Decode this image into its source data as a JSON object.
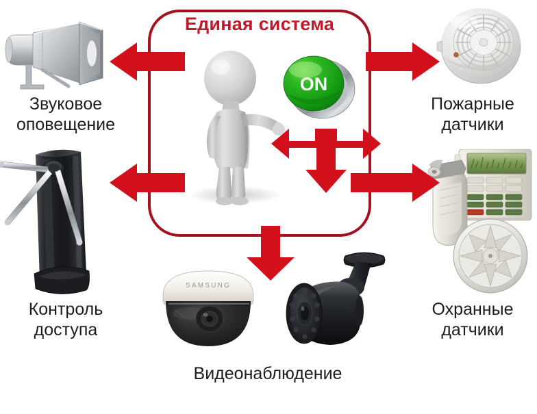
{
  "diagram": {
    "type": "hub-and-spoke",
    "center": {
      "frame_title": "Единая система",
      "frame_border_color": "#A4121F",
      "title_color": "#C2182B",
      "actor_icon": "gray-mannequin-figure",
      "button_label": "ON",
      "button_color": "#17A01B",
      "button_ring_color": "#C9CDD0"
    },
    "arrow_color": "#D2101B",
    "background_color": "#FFFFFF",
    "nodes": [
      {
        "id": "audio",
        "label": "Звуковое\nоповещение",
        "label_line1": "Звуковое",
        "label_line2": "оповещение",
        "icon": "horn-loudspeaker-icon",
        "position": "top-left",
        "arrow": "arrow-left-top"
      },
      {
        "id": "fire",
        "label": "Пожарные\nдатчики",
        "label_line1": "Пожарные",
        "label_line2": "датчики",
        "icon": "smoke-detector-icon",
        "position": "top-right",
        "arrow": "arrow-right-top"
      },
      {
        "id": "access",
        "label": "Контроль\nдоступа",
        "label_line1": "Контроль",
        "label_line2": "доступа",
        "icon": "turnstile-icon",
        "position": "bottom-left",
        "arrow": "arrow-left-bottom"
      },
      {
        "id": "guard",
        "label": "Охранные\nдатчики",
        "label_line1": "Охранные",
        "label_line2": "датчики",
        "icon": "alarm-keypad-pir-siren-icon",
        "position": "bottom-right",
        "arrow": "arrow-right-bottom"
      },
      {
        "id": "video",
        "label": "Видеонаблюдение",
        "label_line1": "Видеонаблюдение",
        "icon": "dome-and-bullet-camera-icon",
        "position": "bottom-center",
        "arrow": "arrow-down-bottom",
        "camera_brand": "SAMSUNG"
      }
    ],
    "arrows": [
      {
        "name": "arrow-left-top",
        "direction": "left",
        "color": "#D2101B"
      },
      {
        "name": "arrow-right-top",
        "direction": "right",
        "color": "#D2101B"
      },
      {
        "name": "arrow-left-bottom",
        "direction": "left",
        "color": "#D2101B"
      },
      {
        "name": "arrow-right-bottom",
        "direction": "right",
        "color": "#D2101B"
      },
      {
        "name": "arrow-down-bottom",
        "direction": "down",
        "color": "#D2101B"
      },
      {
        "name": "arrow-tee-center",
        "direction": "left-right-down",
        "color": "#D2101B"
      }
    ]
  }
}
